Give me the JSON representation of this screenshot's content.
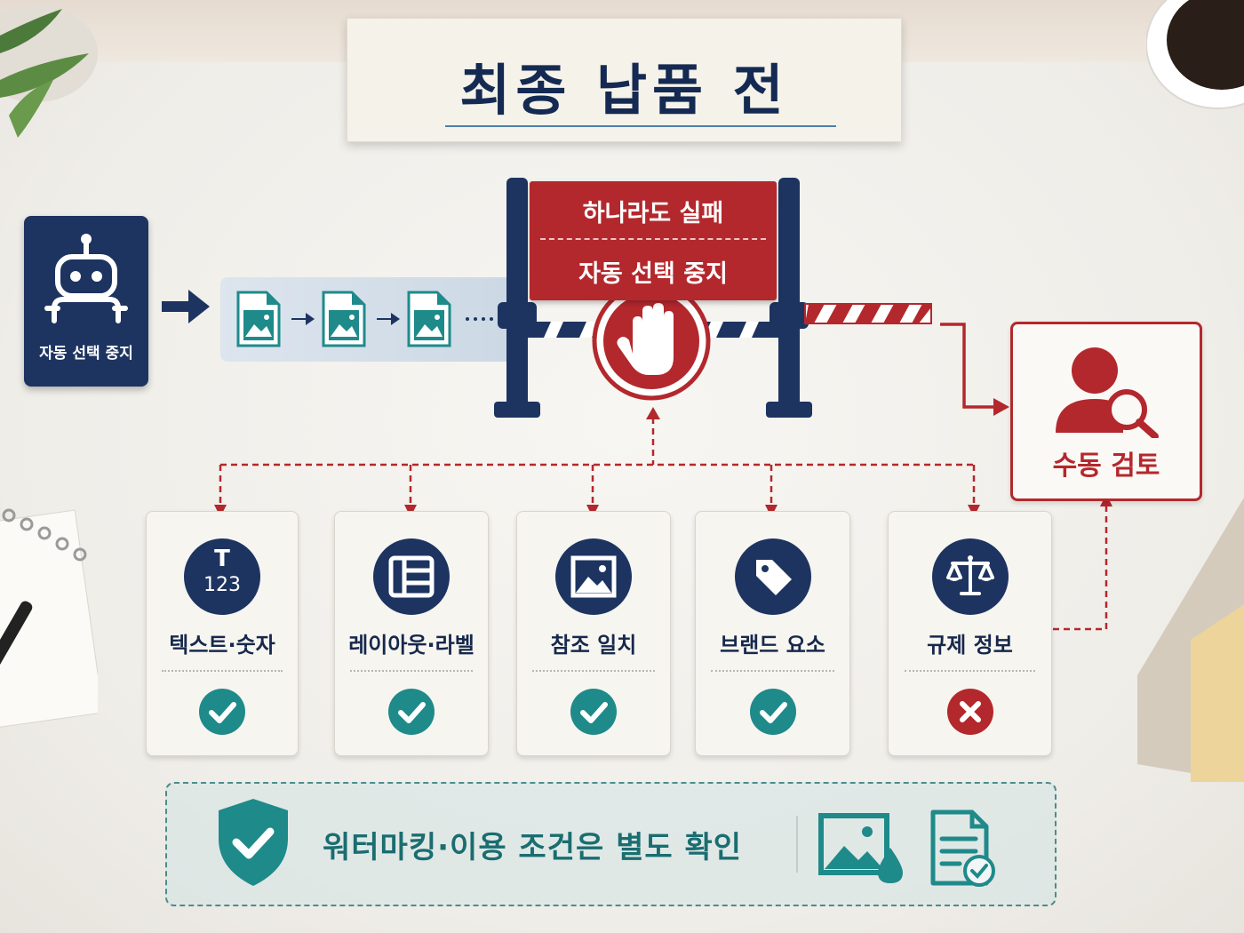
{
  "title": "최종 납품 전",
  "agent": {
    "label": "자동 선택 중지",
    "icon": "robot-icon"
  },
  "gate": {
    "line1": "하나라도 실패",
    "line2": "자동 선택 중지",
    "icon": "stop-hand-icon"
  },
  "manual_review": {
    "label": "수동 검토",
    "icon": "user-search-icon"
  },
  "checks": [
    {
      "label": "텍스트·숫자",
      "icon": "text-number-icon",
      "status": "pass",
      "icon_text_top": "T",
      "icon_text_bottom": "123"
    },
    {
      "label": "레이아웃·라벨",
      "icon": "layout-icon",
      "status": "pass"
    },
    {
      "label": "참조 일치",
      "icon": "image-icon",
      "status": "pass"
    },
    {
      "label": "브랜드 요소",
      "icon": "tag-icon",
      "status": "pass"
    },
    {
      "label": "규제 정보",
      "icon": "scale-icon",
      "status": "fail"
    }
  ],
  "footer": {
    "text": "워터마킹·이용 조건은 별도 확인",
    "icons": [
      "shield-check-icon",
      "image-watermark-icon",
      "document-check-icon"
    ]
  },
  "colors": {
    "navy": "#1d3461",
    "red": "#b3282d",
    "teal": "#1f8a8a",
    "fail": "#b3282d"
  }
}
